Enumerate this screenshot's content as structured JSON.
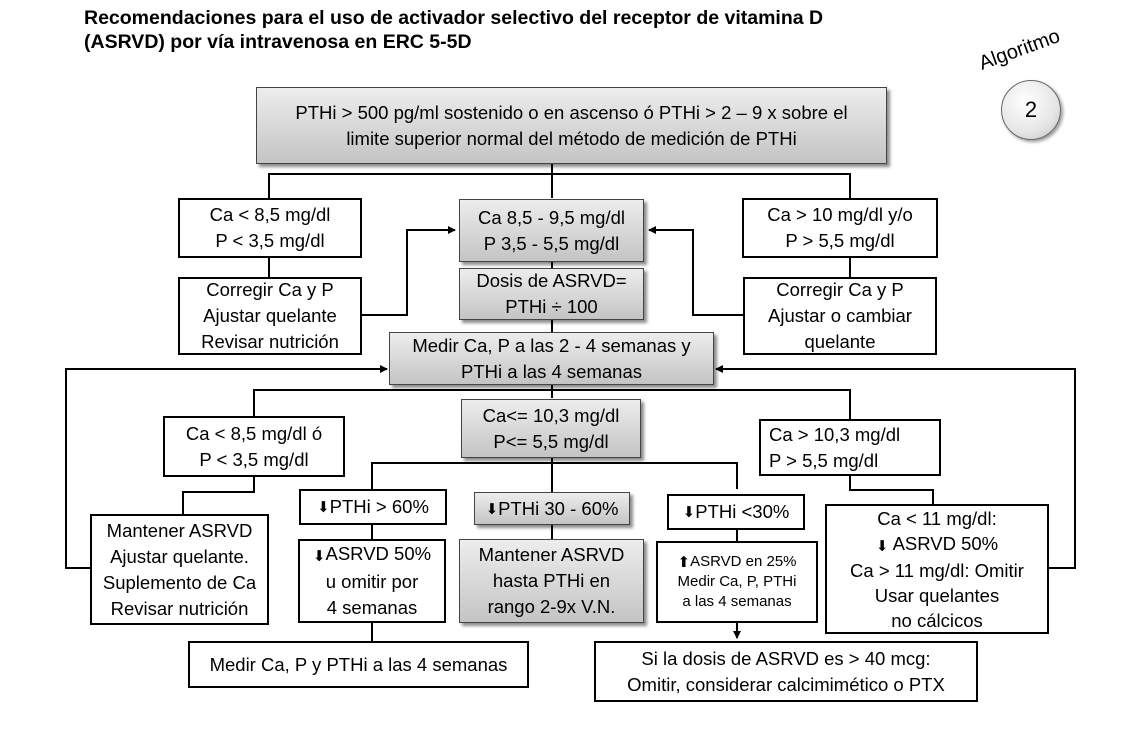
{
  "title_line1": "Recomendaciones para el uso de activador selectivo del receptor de vitamina D",
  "title_line2": "(ASRVD) por vía intravenosa en ERC 5-5D",
  "badge": {
    "word": "Algoritmo",
    "number": "2"
  },
  "down_arrow": "⬇",
  "up_arrow": "⬆",
  "boxes": {
    "top": [
      "PTHi > 500 pg/ml sostenido o en ascenso ó PTHi > 2 – 9 x sobre el",
      "limite superior normal del método de medición de PTHi"
    ],
    "low_ca": [
      "Ca < 8,5 mg/dl",
      "P < 3,5 mg/dl"
    ],
    "target_ca": [
      "Ca 8,5 - 9,5 mg/dl",
      "P 3,5 - 5,5 mg/dl"
    ],
    "high_ca": [
      "Ca > 10 mg/dl y/o",
      "P > 5,5 mg/dl"
    ],
    "correct_left": [
      "Corregir Ca y P",
      "Ajustar quelante",
      "Revisar nutrición"
    ],
    "dose": [
      "Dosis de ASRVD=",
      "PTHi ÷ 100"
    ],
    "correct_right": [
      "Corregir Ca y P",
      "Ajustar o cambiar",
      "quelante"
    ],
    "measure": [
      "Medir Ca, P a las 2 - 4 semanas y",
      "PTHi a las 4 semanas"
    ],
    "low_ca2": [
      "Ca < 8,5 mg/dl ó",
      "P < 3,5 mg/dl"
    ],
    "mid_ca": [
      "Ca<= 10,3 mg/dl",
      "P<=  5,5 mg/dl"
    ],
    "high_ca2": [
      "Ca > 10,3 mg/dl",
      "P > 5,5 mg/dl"
    ],
    "pth60": "PTHi > 60%",
    "pth3060": "PTHi 30 - 60%",
    "pth30": "PTHi <30%",
    "maintain_left": [
      "Mantener ASRVD",
      "Ajustar quelante.",
      "Suplemento de Ca",
      "Revisar nutrición"
    ],
    "reduce50": [
      "ASRVD 50%",
      "u omitir por",
      "4 semanas"
    ],
    "maintain_mid": [
      "Mantener ASRVD",
      "hasta PTHi en",
      "rango 2-9x V.N."
    ],
    "increase25": [
      "ASRVD en 25%",
      "Medir Ca, P, PTHi",
      "a las 4 semanas"
    ],
    "high_right": [
      "Ca < 11 mg/dl:",
      "ASRVD 50%",
      "Ca > 11 mg/dl: Omitir",
      "Usar quelantes",
      "no cálcicos"
    ],
    "measure_bottom": "Medir Ca, P y PTHi a las 4 semanas",
    "dose_limit": [
      "Si la dosis de ASRVD es > 40 mcg:",
      "Omitir, considerar calcimimético o PTX"
    ]
  }
}
